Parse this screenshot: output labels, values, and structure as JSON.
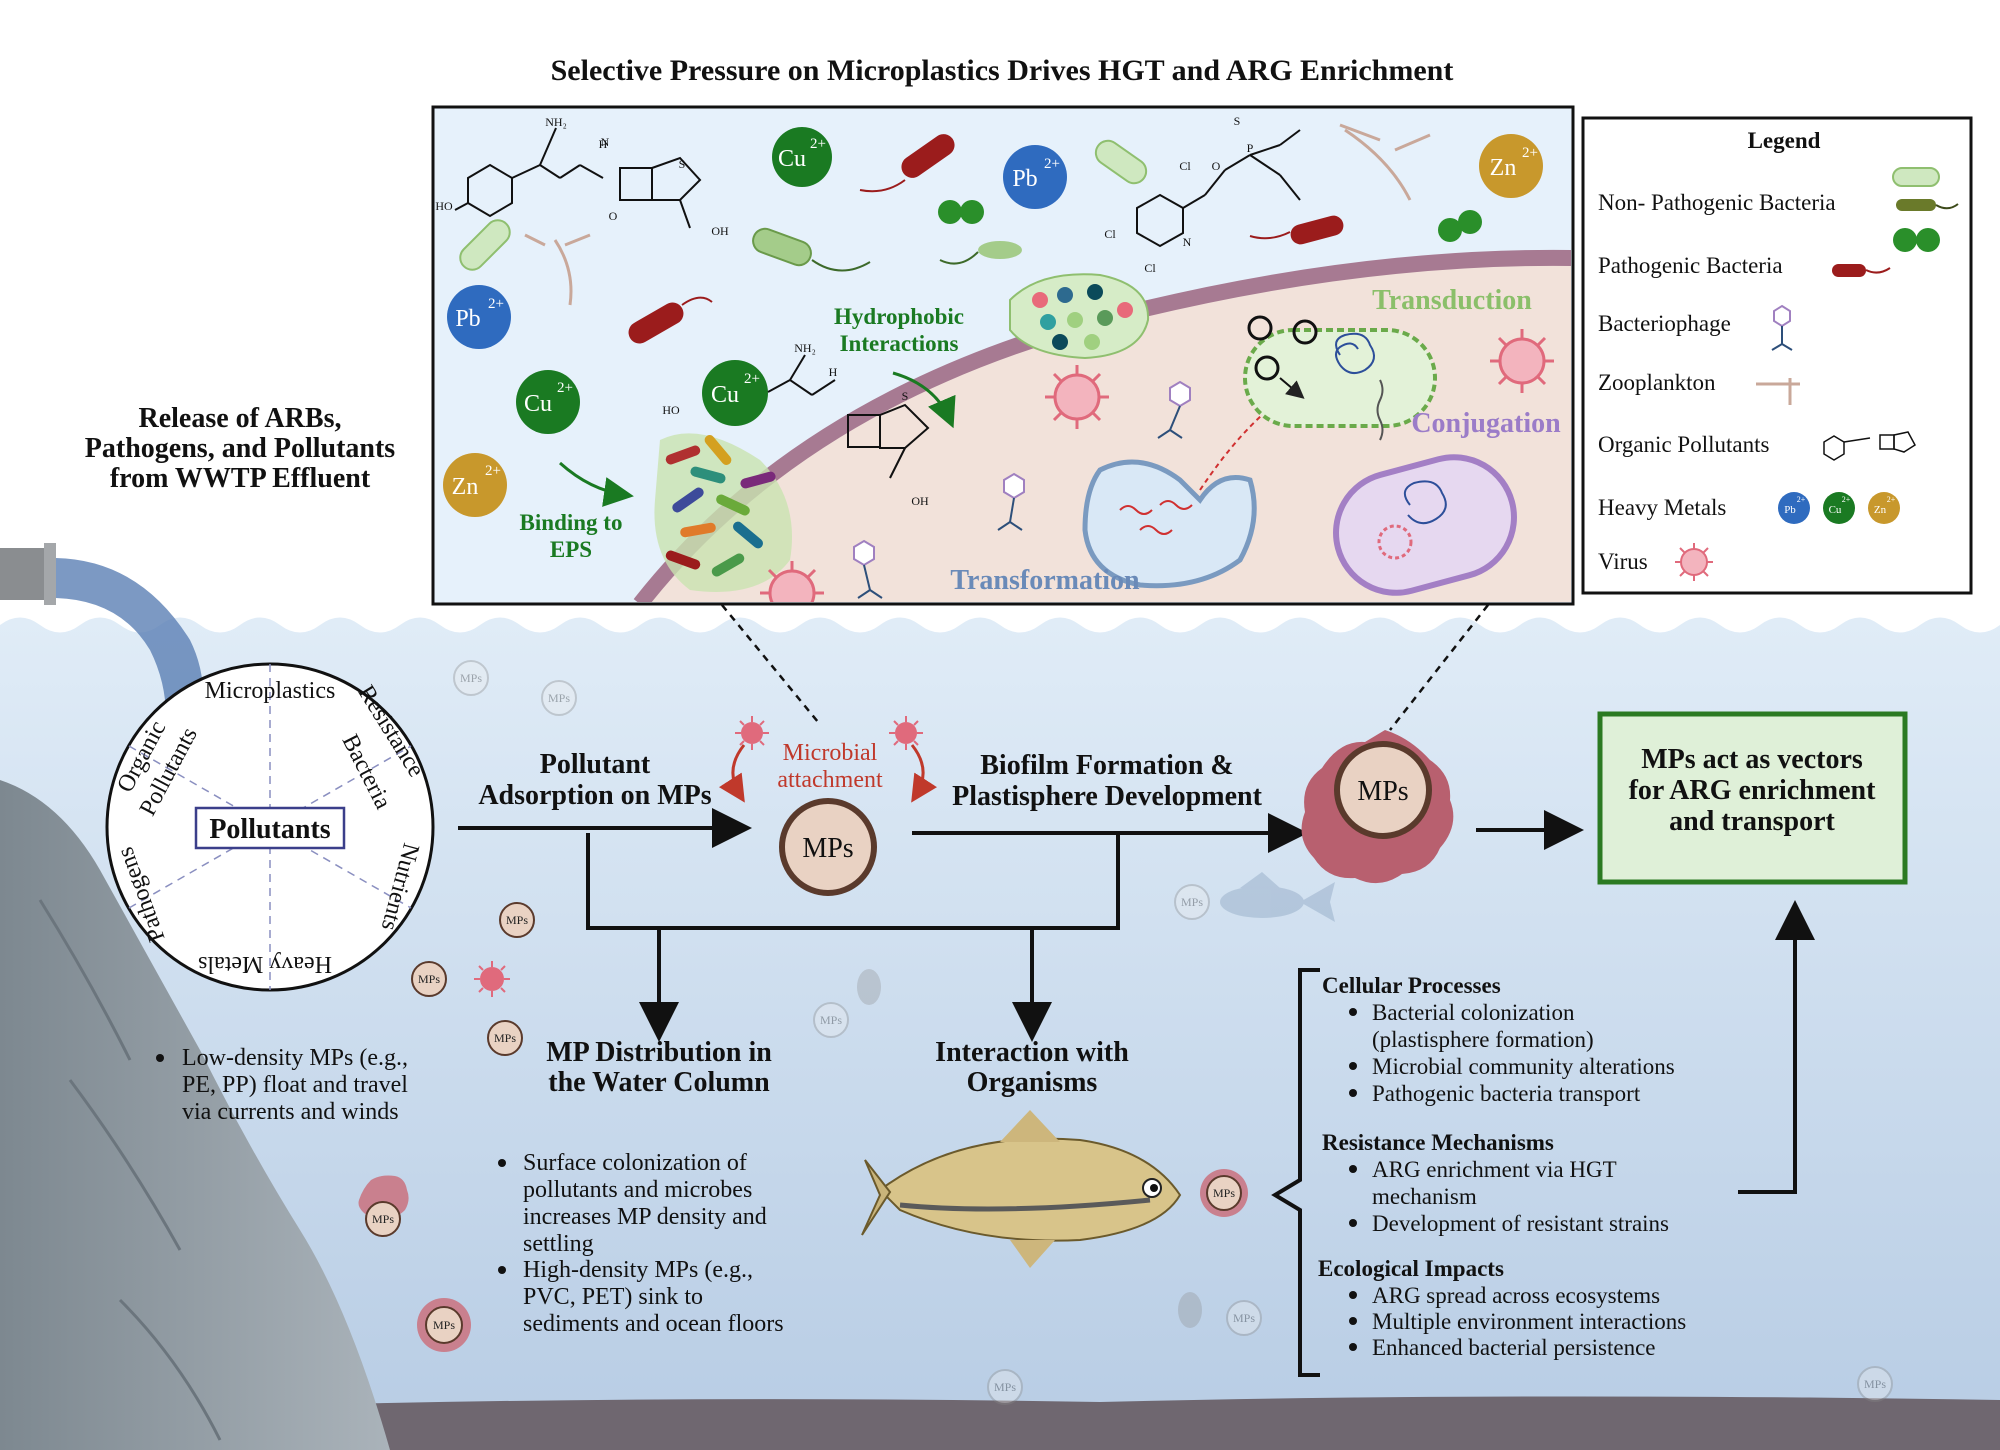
{
  "title": "Selective Pressure on Microplastics Drives HGT and ARG Enrichment",
  "release": {
    "lines": [
      "Release of ARBs,",
      "Pathogens, and Pollutants",
      "from WWTP Effluent"
    ]
  },
  "pollutant_wheel": {
    "center": "Pollutants",
    "segments": [
      "Microplastics",
      "Resistance",
      "Bacteria",
      "Nutrients",
      "Heavy Metals",
      "Pathogens",
      "Organic",
      "Pollutants"
    ]
  },
  "low_density_bullet": [
    "Low-density MPs (e.g.,",
    "PE, PP) float and travel",
    "via currents and winds"
  ],
  "flow": {
    "adsorption": [
      "Pollutant",
      "Adsorption on MPs"
    ],
    "microbial_attachment": [
      "Microbial",
      "attachment"
    ],
    "biofilm": [
      "Biofilm Formation &",
      "Plastisphere Development"
    ],
    "distribution": [
      "MP Distribution in",
      "the Water Column"
    ],
    "organisms": [
      "Interaction with",
      "Organisms"
    ],
    "vectors": [
      "MPs act as vectors",
      "for ARG enrichment",
      "and transport"
    ],
    "mp_label": "MPs"
  },
  "distribution_bullets": [
    [
      "Surface colonization of",
      "pollutants and microbes",
      "increases MP density and",
      "settling"
    ],
    [
      "High-density MPs (e.g.,",
      "PVC, PET) sink to",
      "sediments and ocean floors"
    ]
  ],
  "impacts": [
    {
      "heading": "Cellular Processes",
      "items": [
        [
          "Bacterial colonization",
          "(plastisphere formation)"
        ],
        [
          "Microbial community alterations"
        ],
        [
          "Pathogenic bacteria transport"
        ]
      ]
    },
    {
      "heading": "Resistance Mechanisms",
      "items": [
        [
          "ARG enrichment via HGT",
          "mechanism"
        ],
        [
          "Development of resistant strains"
        ]
      ]
    },
    {
      "heading": "Ecological Impacts",
      "items": [
        [
          "ARG spread across ecosystems"
        ],
        [
          "Multiple environment interactions"
        ],
        [
          "Enhanced bacterial persistence"
        ]
      ]
    }
  ],
  "inset": {
    "transduction": "Transduction",
    "conjugation": "Conjugation",
    "transformation": "Transformation",
    "hydrophobic": [
      "Hydrophobic",
      "Interactions"
    ],
    "binding": [
      "Binding to",
      "EPS"
    ],
    "ions": {
      "cu": "Cu",
      "pb": "Pb",
      "zn": "Zn",
      "charge": "2+"
    },
    "chem": {
      "nh2": "NH₂",
      "ho": "HO",
      "oh": "OH",
      "h": "H",
      "n": "N",
      "s": "S",
      "o": "O",
      "cl": "Cl",
      "p": "P"
    }
  },
  "legend": {
    "title": "Legend",
    "items": [
      "Non- Pathogenic Bacteria",
      "Pathogenic Bacteria",
      "Bacteriophage",
      "Zooplankton",
      "Organic Pollutants",
      "Heavy Metals",
      "Virus"
    ]
  },
  "colors": {
    "water_top": "#dbe8f4",
    "water_bottom": "#b8cde4",
    "inset_bg": "#e6f1fb",
    "plastisphere": "#f2e2da",
    "cu": "#1a7a22",
    "pb": "#2f6bbf",
    "zn": "#c8982c",
    "mp_fill": "#e9d2c3",
    "mp_ring": "#5a3a2c",
    "vector_box": "#dff0d8",
    "vector_border": "#2b7a22",
    "pathogen": "#9b1c1c",
    "virus": "#e06a7c"
  }
}
